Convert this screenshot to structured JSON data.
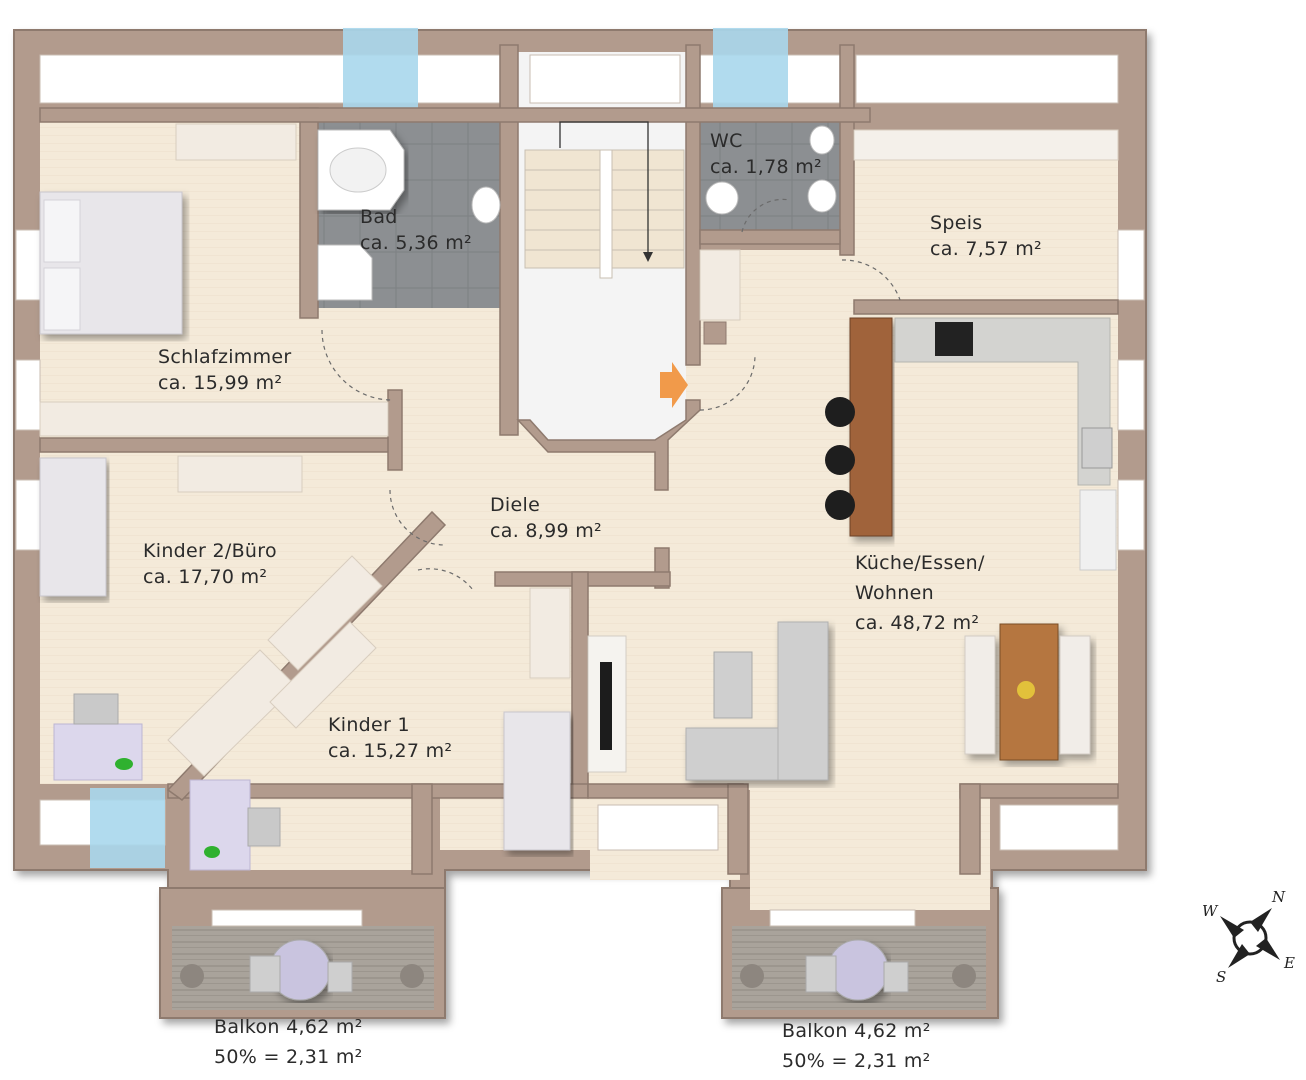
{
  "rooms": {
    "bad": {
      "name": "Bad",
      "area": "ca. 5,36 m²"
    },
    "wc": {
      "name": "WC",
      "area": "ca. 1,78 m²"
    },
    "speis": {
      "name": "Speis",
      "area": "ca. 7,57 m²"
    },
    "schlafzimmer": {
      "name": "Schlafzimmer",
      "area": "ca. 15,99 m²"
    },
    "diele": {
      "name": "Diele",
      "area": "ca. 8,99 m²"
    },
    "kinder2": {
      "name": "Kinder 2/Büro",
      "area": "ca. 17,70 m²"
    },
    "kueche": {
      "name1": "Küche/Essen/",
      "name2": "Wohnen",
      "area": "ca. 48,72 m²"
    },
    "kinder1": {
      "name": "Kinder 1",
      "area": "ca. 15,27 m²"
    }
  },
  "balconies": [
    {
      "name": "Balkon 4,62 m²",
      "share": "50% = 2,31 m²"
    },
    {
      "name": "Balkon 4,62 m²",
      "share": "50% = 2,31 m²"
    }
  ],
  "compass": {
    "n": "N",
    "e": "E",
    "s": "S",
    "w": "W"
  },
  "colors": {
    "wall": "#b29b8d",
    "wall_edge": "#8e7a6e",
    "floor": "#f3e9d9",
    "tile": "#8a8d90",
    "glass": "#a9d7ec",
    "wood": "#a0643a"
  }
}
